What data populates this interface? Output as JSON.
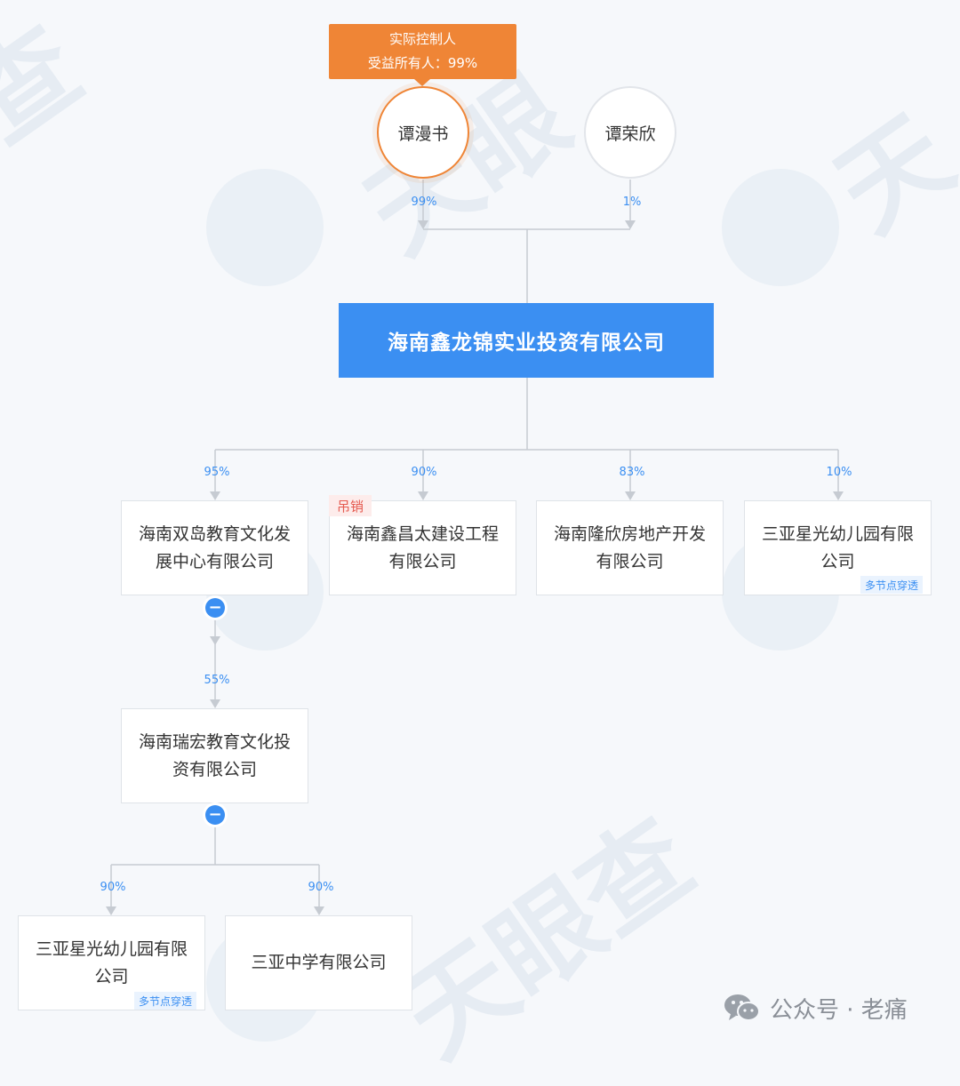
{
  "controller_tag": {
    "line1": "实际控制人",
    "line2": "受益所有人：99%"
  },
  "shareholders": [
    {
      "name": "谭漫书",
      "percent": "99%",
      "role": "primary"
    },
    {
      "name": "谭荣欣",
      "percent": "1%",
      "role": "secondary"
    }
  ],
  "root_company": {
    "name": "海南鑫龙锦实业投资有限公司"
  },
  "subsidiaries": [
    {
      "name": "海南双岛教育文化发展中心有限公司",
      "percent": "95%",
      "badge": ""
    },
    {
      "name": "海南鑫昌太建设工程有限公司",
      "percent": "90%",
      "badge": "吊销"
    },
    {
      "name": "海南隆欣房地产开发有限公司",
      "percent": "83%",
      "badge": ""
    },
    {
      "name": "三亚星光幼儿园有限公司",
      "percent": "10%",
      "badge": "多节点穿透"
    }
  ],
  "level2": {
    "name": "海南瑞宏教育文化投资有限公司",
    "percent": "55%"
  },
  "level3": [
    {
      "name": "三亚星光幼儿园有限公司",
      "percent": "90%",
      "badge": "多节点穿透"
    },
    {
      "name": "三亚中学有限公司",
      "percent": "90%",
      "badge": ""
    }
  ],
  "collapse_symbol": "−",
  "footer": {
    "text": "公众号 · 老痛"
  },
  "colors": {
    "accent": "#3b8ff2",
    "controller": "#ef8536",
    "revoked": "#e55a4f",
    "connector": "#c6cbd2"
  }
}
